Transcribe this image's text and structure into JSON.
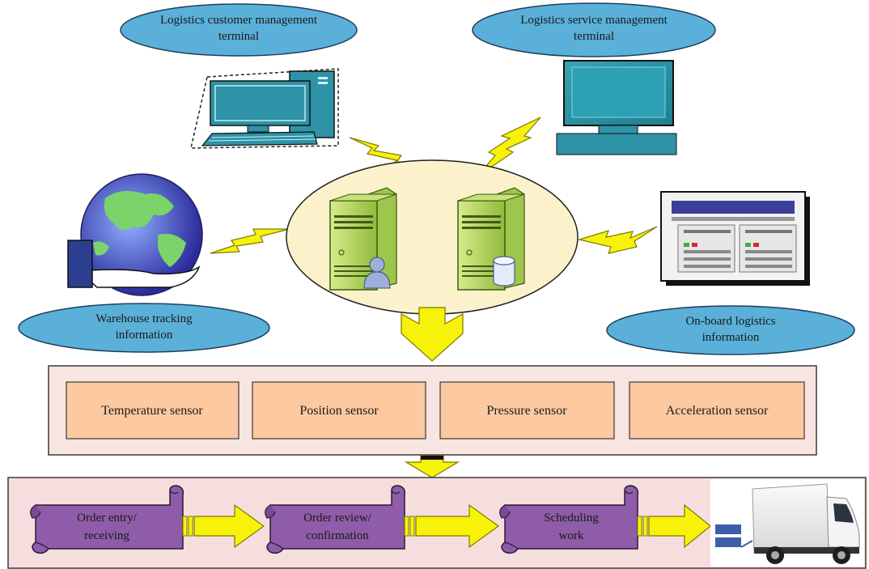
{
  "terminals": {
    "customer": {
      "line1": "Logistics customer management",
      "line2": "terminal"
    },
    "service": {
      "line1": "Logistics service management",
      "line2": "terminal"
    },
    "warehouse": {
      "line1": "Warehouse tracking",
      "line2": "information"
    },
    "onboard": {
      "line1": "On-board logistics",
      "line2": "information"
    }
  },
  "sensors": [
    {
      "label": "Temperature sensor"
    },
    {
      "label": "Position sensor"
    },
    {
      "label": "Pressure sensor"
    },
    {
      "label": "Acceleration sensor"
    }
  ],
  "workflow": [
    {
      "line1": "Order entry/",
      "line2": "receiving"
    },
    {
      "line1": "Order review/",
      "line2": "confirmation"
    },
    {
      "line1": "Scheduling",
      "line2": "work"
    }
  ],
  "colors": {
    "ellipse_label_fill": "#5ab0d8",
    "server_ellipse_fill": "#fbf2cc",
    "sensor_panel_fill": "#f8e4e0",
    "sensor_box_fill": "#fcc9a1",
    "workflow_panel_fill": "#f7dede",
    "scroll_fill": "#8e5ca8",
    "arrow_fill": "#f8f20a",
    "lightning_fill": "#f8f20a"
  }
}
